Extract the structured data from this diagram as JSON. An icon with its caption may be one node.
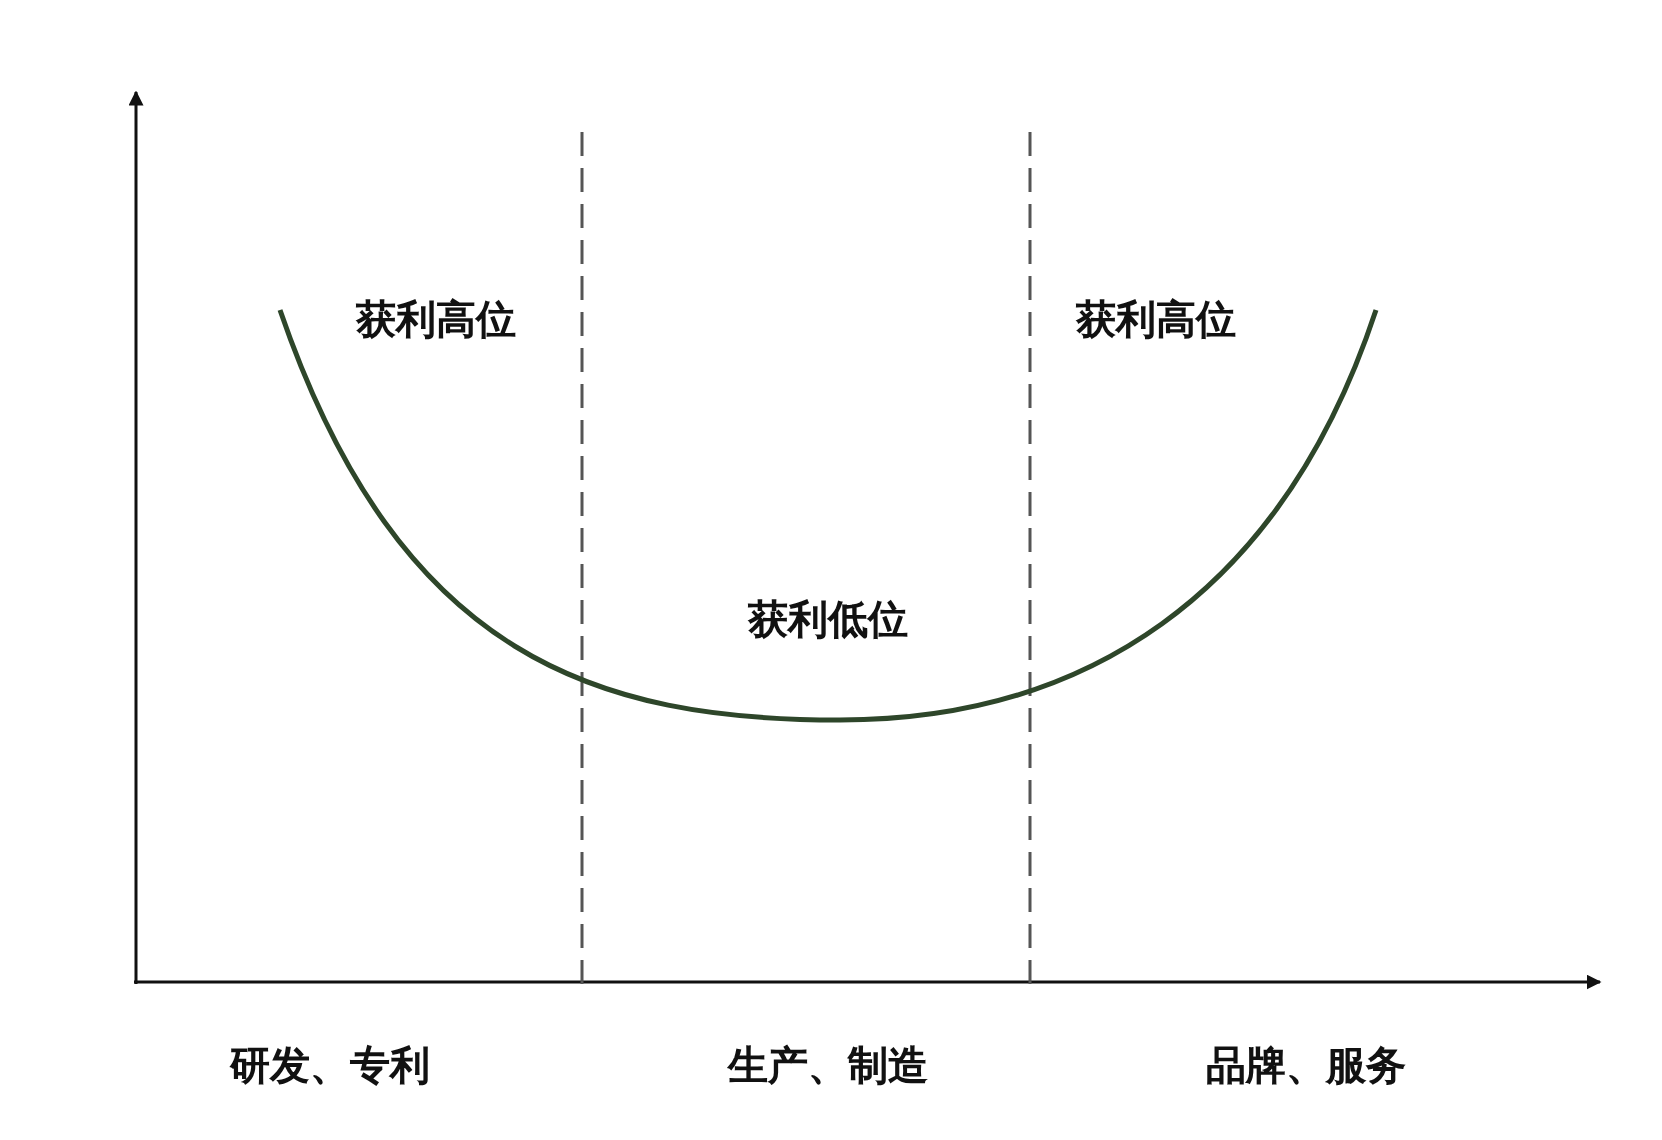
{
  "diagram": {
    "labels": [
      "获利高位",
      "获利高位",
      "获利低位",
      "研发、专利",
      "生产、制造",
      "品牌、服务"
    ]
  }
}
